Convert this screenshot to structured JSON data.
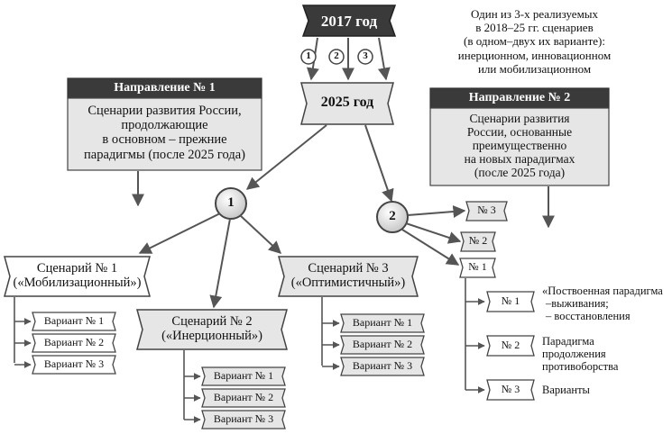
{
  "top": {
    "year_2017": "2017 год",
    "year_2025": "2025 год",
    "path_numbers": [
      "1",
      "2",
      "3"
    ],
    "note_lines": [
      "Один из 3-х реализуемых",
      "в 2018–25 гг. сценариев",
      "(в одном–двух их варианте):",
      "инерционном, инновационном",
      "или мобилизационном"
    ]
  },
  "direction1": {
    "header": "Направление № 1",
    "body_lines": [
      "Сценарии развития России,",
      "продолжающие",
      "в основном – прежние",
      "парадигмы (после 2025 года)"
    ]
  },
  "direction2": {
    "header": "Направление № 2",
    "body_lines": [
      "Сценарии развития",
      "России, основанные",
      "преимущественно",
      "на новых парадигмах",
      "(после 2025 года)"
    ]
  },
  "nodes": {
    "node1": "1",
    "node2": "2"
  },
  "scenarios": [
    {
      "title": "Сценарий № 1",
      "subtitle": "(«Мобилизационный»)",
      "variants": [
        "Вариант № 1",
        "Вариант № 2",
        "Вариант № 3"
      ]
    },
    {
      "title": "Сценарий № 2",
      "subtitle": "(«Инерционный»)",
      "variants": [
        "Вариант № 1",
        "Вариант № 2",
        "Вариант № 3"
      ]
    },
    {
      "title": "Сценарий № 3",
      "subtitle": "(«Оптимистичный»)",
      "variants": [
        "Вариант № 1",
        "Вариант № 2",
        "Вариант № 3"
      ]
    }
  ],
  "branch2": {
    "items": [
      "№ 3",
      "№ 2",
      "№ 1"
    ],
    "sub_items": [
      {
        "label": "№ 1",
        "caption_lines": [
          "«Поствоенная парадигма",
          "–выживания;",
          "– восстановления"
        ]
      },
      {
        "label": "№ 2",
        "caption_lines": [
          "Парадигма",
          "продолжения",
          "противоборства"
        ]
      },
      {
        "label": "№ 3",
        "caption_lines": [
          "Варианты"
        ]
      }
    ]
  },
  "colors": {
    "dark_fill": "#3a3a3a",
    "light_fill": "#e6e6e6",
    "white_fill": "#ffffff",
    "stroke": "#444444",
    "line": "#555555"
  }
}
